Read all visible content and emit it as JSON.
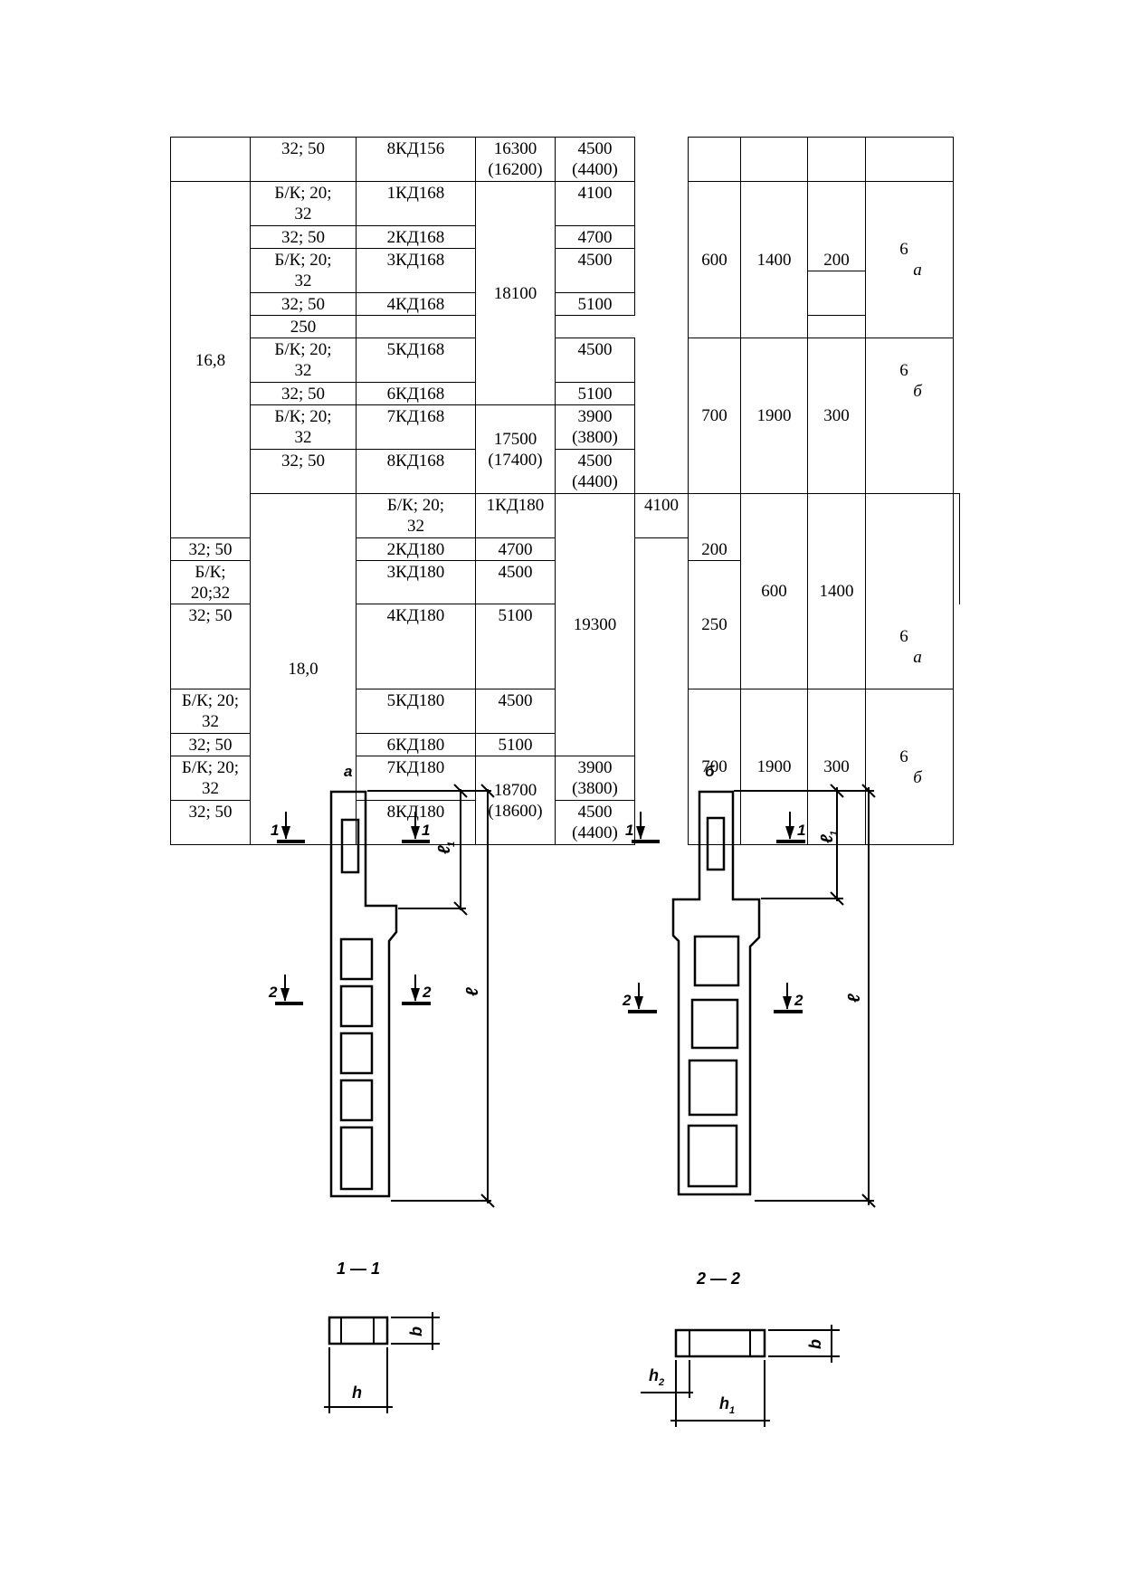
{
  "table": {
    "row_top": {
      "grade": "32; 50",
      "mark": "8КД156",
      "volume": "16300\n(16200)",
      "mass": "4500\n(4400)"
    },
    "group_168": {
      "span": "16,8",
      "rows": [
        {
          "grade": "Б/К; 20;\n32",
          "mark": "1КД168",
          "mass": "4100"
        },
        {
          "grade": "32; 50",
          "mark": "2КД168",
          "mass": "4700"
        },
        {
          "grade": "Б/К; 20;\n32",
          "mark": "3КД168",
          "mass": "4500"
        },
        {
          "grade": "32; 50",
          "mark": "4КД168",
          "mass": "5100"
        },
        {
          "grade": "Б/К; 20;\n32",
          "mark": "5КД168",
          "mass": "4500"
        },
        {
          "grade": "32; 50",
          "mark": "6КД168",
          "mass": "5100"
        },
        {
          "grade": "Б/К; 20;\n32",
          "mark": "7КД168",
          "mass": "3900\n(3800)"
        },
        {
          "grade": "32; 50",
          "mark": "8КД168",
          "mass": "4500\n(4400)"
        }
      ],
      "volume_a": "18100",
      "volume_b": "17500\n(17400)",
      "dims_a": {
        "h": "600",
        "h1": "1400",
        "l1_first": "200",
        "l1_second": "250",
        "fig_num": "6",
        "fig_letter": "а"
      },
      "dims_b": {
        "h": "700",
        "h1": "1900",
        "l1": "300",
        "fig_num": "6",
        "fig_letter": "б"
      }
    },
    "group_180": {
      "span": "18,0",
      "rows": [
        {
          "grade": "Б/К; 20;\n32",
          "mark": "1КД180",
          "mass": "4100"
        },
        {
          "grade": "32; 50",
          "mark": "2КД180",
          "mass": "4700"
        },
        {
          "grade": "Б/К; 20;32",
          "mark": "3КД180",
          "mass": "4500"
        },
        {
          "grade": "32; 50",
          "mark": "4КД180",
          "mass": "5100"
        },
        {
          "grade": "Б/К; 20;\n32",
          "mark": "5КД180",
          "mass": "4500"
        },
        {
          "grade": "32; 50",
          "mark": "6КД180",
          "mass": "5100"
        },
        {
          "grade": "Б/К; 20;\n32",
          "mark": "7КД180",
          "mass": "3900\n(3800)"
        },
        {
          "grade": "32; 50",
          "mark": "8КД180",
          "mass": "4500\n(4400)"
        }
      ],
      "volume_a": "19300",
      "volume_b": "18700\n(18600)",
      "dims_a": {
        "h": "600",
        "h1": "1400",
        "l1_first": "200",
        "l1_second": "250",
        "fig_num": "6",
        "fig_letter": "а"
      },
      "dims_b": {
        "h": "700",
        "h1": "1900",
        "l1": "300",
        "fig_num": "6",
        "fig_letter": "б"
      }
    }
  },
  "figure": {
    "label_a": "а",
    "label_b": "б",
    "section_1": "1",
    "section_2": "2",
    "dim_l": "ℓ",
    "dim_l1": "ℓ",
    "dim_l1_sub": "1",
    "section_title_1": "1 — 1",
    "section_title_2": "2 — 2",
    "dim_b": "b",
    "dim_h": "h",
    "dim_h1": "h",
    "dim_h1_sub": "1",
    "dim_h2": "h",
    "dim_h2_sub": "2"
  }
}
